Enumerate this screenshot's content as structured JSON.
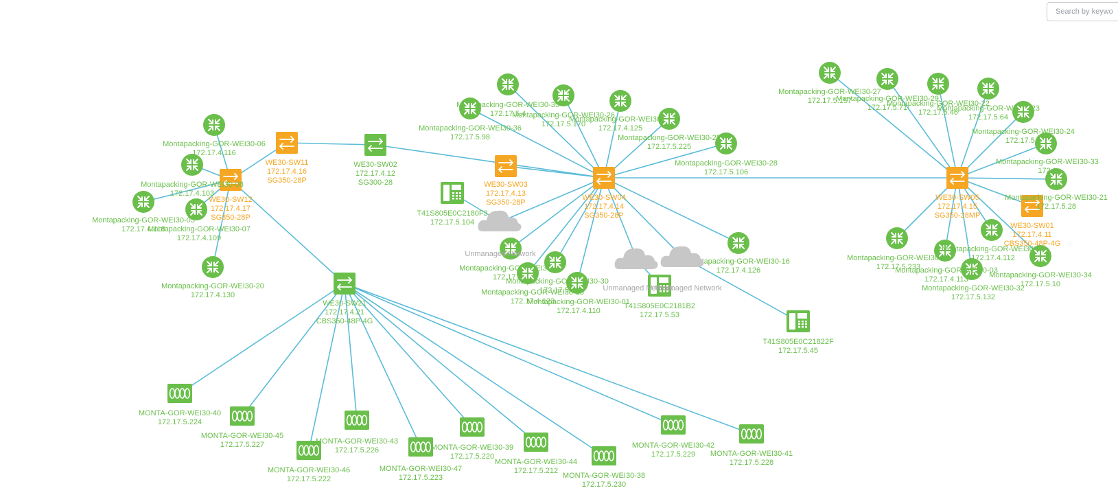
{
  "search": {
    "placeholder": "Search by keywo"
  },
  "colors": {
    "link": "#5bbcd8",
    "router": "#6abf4b",
    "switch_managed": "#f5a623",
    "switch_plain": "#6abf4b",
    "cloud": "#c7c7c7",
    "label_green": "#6abf4b",
    "label_orange": "#f5a623",
    "label_gray": "#a8a8a8"
  },
  "nodes": [
    {
      "id": "sw11",
      "type": "switch-orange",
      "name": "WE30-SW11",
      "ip": "172.17.4.16",
      "model": "SG350-28P"
    },
    {
      "id": "sw12",
      "type": "switch-orange",
      "name": "WE30-SW12",
      "ip": "172.17.4.17",
      "model": "SG350-28P"
    },
    {
      "id": "sw02",
      "type": "switch-green",
      "name": "WE30-SW02",
      "ip": "172.17.4.12",
      "model": "SG300-28"
    },
    {
      "id": "sw03",
      "type": "switch-orange",
      "name": "WE30-SW03",
      "ip": "172.17.4.13",
      "model": "SG350-28P"
    },
    {
      "id": "sw04",
      "type": "switch-orange",
      "name": "WE30-SW04",
      "ip": "172.17.4.14",
      "model": "SG350-28P"
    },
    {
      "id": "sw05",
      "type": "switch-orange",
      "name": "WE30-SW05",
      "ip": "172.17.4.15",
      "model": "SG350-28MP"
    },
    {
      "id": "sw01",
      "type": "switch-orange",
      "name": "WE30-SW01",
      "ip": "172.17.4.11",
      "model": "CBS350-48P-4G"
    },
    {
      "id": "sw21",
      "type": "switch-green",
      "name": "WE30-SW21",
      "ip": "172.17.4.21",
      "model": "CBS350-48P-4G"
    },
    {
      "id": "r06",
      "type": "router",
      "name": "Montapacking-GOR-WEI30-06",
      "ip": "172.17.4.116"
    },
    {
      "id": "r08",
      "type": "router",
      "name": "Montapacking-GOR-WEI30-08",
      "ip": "172.17.4.103"
    },
    {
      "id": "r05",
      "type": "router",
      "name": "Montapacking-GOR-WEI30-05",
      "ip": "172.17.4.118"
    },
    {
      "id": "r07",
      "type": "router",
      "name": "Montapacking-GOR-WEI30-07",
      "ip": "172.17.4.109"
    },
    {
      "id": "r20",
      "type": "router",
      "name": "Montapacking-GOR-WEI30-20",
      "ip": "172.17.4.130"
    },
    {
      "id": "r35",
      "type": "router",
      "name": "Montapacking-GOR-WEI30-35",
      "ip": "172.17.5.4"
    },
    {
      "id": "r36",
      "type": "router",
      "name": "Montapacking-GOR-WEI30-36",
      "ip": "172.17.5.98"
    },
    {
      "id": "r26",
      "type": "router",
      "name": "Montapacking-GOR-WEI30-26",
      "ip": "172.17.5.170"
    },
    {
      "id": "r15",
      "type": "router",
      "name": "Montapacking-GOR-WEI30-15",
      "ip": "172.17.4.125"
    },
    {
      "id": "r25",
      "type": "router",
      "name": "Montapacking-GOR-WEI30-25",
      "ip": "172.17.5.225"
    },
    {
      "id": "r28",
      "type": "router",
      "name": "Montapacking-GOR-WEI30-28",
      "ip": "172.17.5.106"
    },
    {
      "id": "r16",
      "type": "router",
      "name": "Montapacking-GOR-WEI30-16",
      "ip": "172.17.4.126"
    },
    {
      "id": "r31",
      "type": "router",
      "name": "Montapacking-GOR-WEI30-31",
      "ip": "172.17.5.2"
    },
    {
      "id": "r30",
      "type": "router",
      "name": "Montapacking-GOR-WEI30-30",
      "ip": "172.17.5.3"
    },
    {
      "id": "r13",
      "type": "router",
      "name": "Montapacking-GOR-WEI30-13",
      "ip": "172.17.4.123"
    },
    {
      "id": "r01",
      "type": "router",
      "name": "Montapacking-GOR-WEI30-01",
      "ip": "172.17.4.110"
    },
    {
      "id": "r27",
      "type": "router",
      "name": "Montapacking-GOR-WEI30-27",
      "ip": "172.17.5.157"
    },
    {
      "id": "r29",
      "type": "router",
      "name": "Montapacking-GOR-WEI30-29",
      "ip": "172.17.5.71"
    },
    {
      "id": "r22",
      "type": "router",
      "name": "Montapacking-GOR-WEI30-22",
      "ip": "172.17.5.46"
    },
    {
      "id": "r23",
      "type": "router",
      "name": "Montapacking-GOR-WEI30-23",
      "ip": "172.17.5.64"
    },
    {
      "id": "r24",
      "type": "router",
      "name": "Montapacking-GOR-WEI30-24",
      "ip": "172.17.5.1"
    },
    {
      "id": "r33",
      "type": "router",
      "name": "Montapacking-GOR-WEI30-33",
      "ip": "172.1"
    },
    {
      "id": "r21",
      "type": "router",
      "name": "Montapacking-GOR-WEI30-21",
      "ip": "172.17.5.28"
    },
    {
      "id": "r34",
      "type": "router",
      "name": "Montapacking-GOR-WEI30-34",
      "ip": "172.17.5.10"
    },
    {
      "id": "r32",
      "type": "router",
      "name": "Montapacking-GOR-WEI30-32",
      "ip": "172.17.5.132"
    },
    {
      "id": "r03",
      "type": "router",
      "name": "Montapacking-GOR-WEI30-03",
      "ip": "172.17.4.113"
    },
    {
      "id": "r04",
      "type": "router",
      "name": "Montapacking-GOR-WEI30-04",
      "ip": "172.17.4.112"
    },
    {
      "id": "r19",
      "type": "router",
      "name": "Montapacking-GOR-WEI30-19",
      "ip": "172.17.5.233"
    },
    {
      "id": "ph1",
      "type": "phone",
      "name": "T41S805E0C2180F3",
      "ip": "172.17.5.104"
    },
    {
      "id": "ph2",
      "type": "phone",
      "name": "T41S805E0C2181B2",
      "ip": "172.17.5.53"
    },
    {
      "id": "ph3",
      "type": "phone",
      "name": "T41S805E0C21822F",
      "ip": "172.17.5.45"
    },
    {
      "id": "cl1",
      "type": "cloud",
      "name": "Unmanaged Network",
      "ip": ""
    },
    {
      "id": "cl2",
      "type": "cloud",
      "name": "Unmanaged Network",
      "ip": ""
    },
    {
      "id": "cl3",
      "type": "cloud",
      "name": "Unmanaged Network",
      "ip": ""
    },
    {
      "id": "m40",
      "type": "endpoint",
      "name": "MONTA-GOR-WEI30-40",
      "ip": "172.17.5.224"
    },
    {
      "id": "m45",
      "type": "endpoint",
      "name": "MONTA-GOR-WEI30-45",
      "ip": "172.17.5.227"
    },
    {
      "id": "m46",
      "type": "endpoint",
      "name": "MONTA-GOR-WEI30-46",
      "ip": "172.17.5.222"
    },
    {
      "id": "m43",
      "type": "endpoint",
      "name": "MONTA-GOR-WEI30-43",
      "ip": "172.17.5.226"
    },
    {
      "id": "m47",
      "type": "endpoint",
      "name": "MONTA-GOR-WEI30-47",
      "ip": "172.17.5.223"
    },
    {
      "id": "m39",
      "type": "endpoint",
      "name": "MONTA-GOR-WEI30-39",
      "ip": "172.17.5.220"
    },
    {
      "id": "m44",
      "type": "endpoint",
      "name": "MONTA-GOR-WEI30-44",
      "ip": "172.17.5.212"
    },
    {
      "id": "m38",
      "type": "endpoint",
      "name": "MONTA-GOR-WEI30-38",
      "ip": "172.17.5.230"
    },
    {
      "id": "m42",
      "type": "endpoint",
      "name": "MONTA-GOR-WEI30-42",
      "ip": "172.17.5.229"
    },
    {
      "id": "m41",
      "type": "endpoint",
      "name": "MONTA-GOR-WEI30-41",
      "ip": "172.17.5.228"
    }
  ],
  "links": [
    [
      "sw12",
      "r06"
    ],
    [
      "sw12",
      "r08"
    ],
    [
      "sw12",
      "r05"
    ],
    [
      "sw12",
      "r07"
    ],
    [
      "sw12",
      "r20"
    ],
    [
      "sw12",
      "sw11"
    ],
    [
      "sw12",
      "sw21"
    ],
    [
      "sw11",
      "sw02"
    ],
    [
      "sw02",
      "sw04"
    ],
    [
      "sw04",
      "sw03"
    ],
    [
      "sw04",
      "r35"
    ],
    [
      "sw04",
      "r36"
    ],
    [
      "sw04",
      "r26"
    ],
    [
      "sw04",
      "r15"
    ],
    [
      "sw04",
      "r25"
    ],
    [
      "sw04",
      "r28"
    ],
    [
      "sw04",
      "r16"
    ],
    [
      "sw04",
      "r31"
    ],
    [
      "sw04",
      "r30"
    ],
    [
      "sw04",
      "r13"
    ],
    [
      "sw04",
      "r01"
    ],
    [
      "sw04",
      "cl1"
    ],
    [
      "sw04",
      "cl2"
    ],
    [
      "sw04",
      "cl3"
    ],
    [
      "sw04",
      "sw05"
    ],
    [
      "cl1",
      "ph1"
    ],
    [
      "cl2",
      "ph2"
    ],
    [
      "cl3",
      "ph3"
    ],
    [
      "sw05",
      "r27"
    ],
    [
      "sw05",
      "r29"
    ],
    [
      "sw05",
      "r22"
    ],
    [
      "sw05",
      "r23"
    ],
    [
      "sw05",
      "r24"
    ],
    [
      "sw05",
      "r33"
    ],
    [
      "sw05",
      "r21"
    ],
    [
      "sw05",
      "r34"
    ],
    [
      "sw05",
      "r32"
    ],
    [
      "sw05",
      "r03"
    ],
    [
      "sw05",
      "r04"
    ],
    [
      "sw05",
      "r19"
    ],
    [
      "sw05",
      "sw01"
    ],
    [
      "sw21",
      "m40"
    ],
    [
      "sw21",
      "m45"
    ],
    [
      "sw21",
      "m46"
    ],
    [
      "sw21",
      "m43"
    ],
    [
      "sw21",
      "m47"
    ],
    [
      "sw21",
      "m39"
    ],
    [
      "sw21",
      "m44"
    ],
    [
      "sw21",
      "m38"
    ],
    [
      "sw21",
      "m42"
    ],
    [
      "sw21",
      "m41"
    ]
  ]
}
